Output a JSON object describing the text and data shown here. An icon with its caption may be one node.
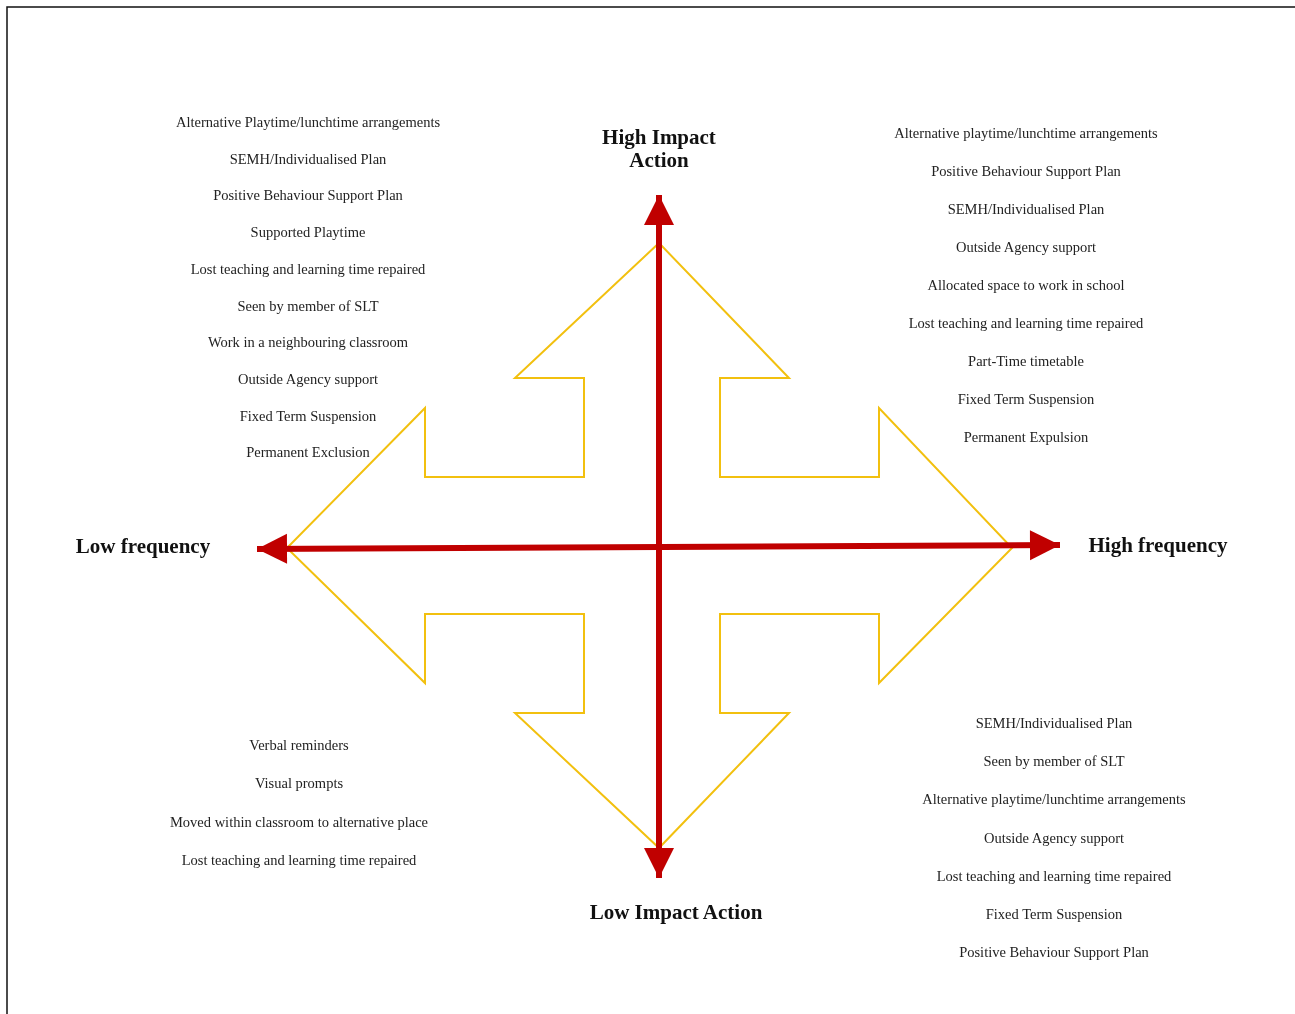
{
  "diagram": {
    "labels": [
      "Alternative Playtime/lunchtime arrangements",
      "SEMH/Individualised Plan",
      "Positive Behaviour Support Plan",
      "Supported Playtime",
      "Lost teaching and learning time repaired",
      "Seen by member of SLT",
      "Work in a neighbouring classroom",
      "Outside Agency support",
      "Fixed Term Suspension",
      "Permanent Exclusion",
      "High Impact Action",
      "Alternative playtime/lunchtime arrangements",
      "Positive Behaviour Support Plan",
      "SEMH/Individualised Plan",
      "Outside Agency support",
      "Allocated space to work in school",
      "Lost teaching and learning time repaired",
      "Part-Time timetable",
      "Fixed Term Suspension",
      "Permanent Expulsion",
      "Low frequency",
      "High frequency",
      "Verbal reminders",
      "Visual prompts",
      "Moved within classroom to alternative place",
      "Lost teaching and learning time repaired",
      "SEMH/Individualised Plan",
      "Seen by member of SLT",
      "Alternative playtime/lunchtime arrangements",
      "Outside Agency support",
      "Lost teaching and learning time repaired",
      "Fixed Term Suspension",
      "Positive Behaviour Support Plan",
      "Low Impact Action"
    ]
  }
}
